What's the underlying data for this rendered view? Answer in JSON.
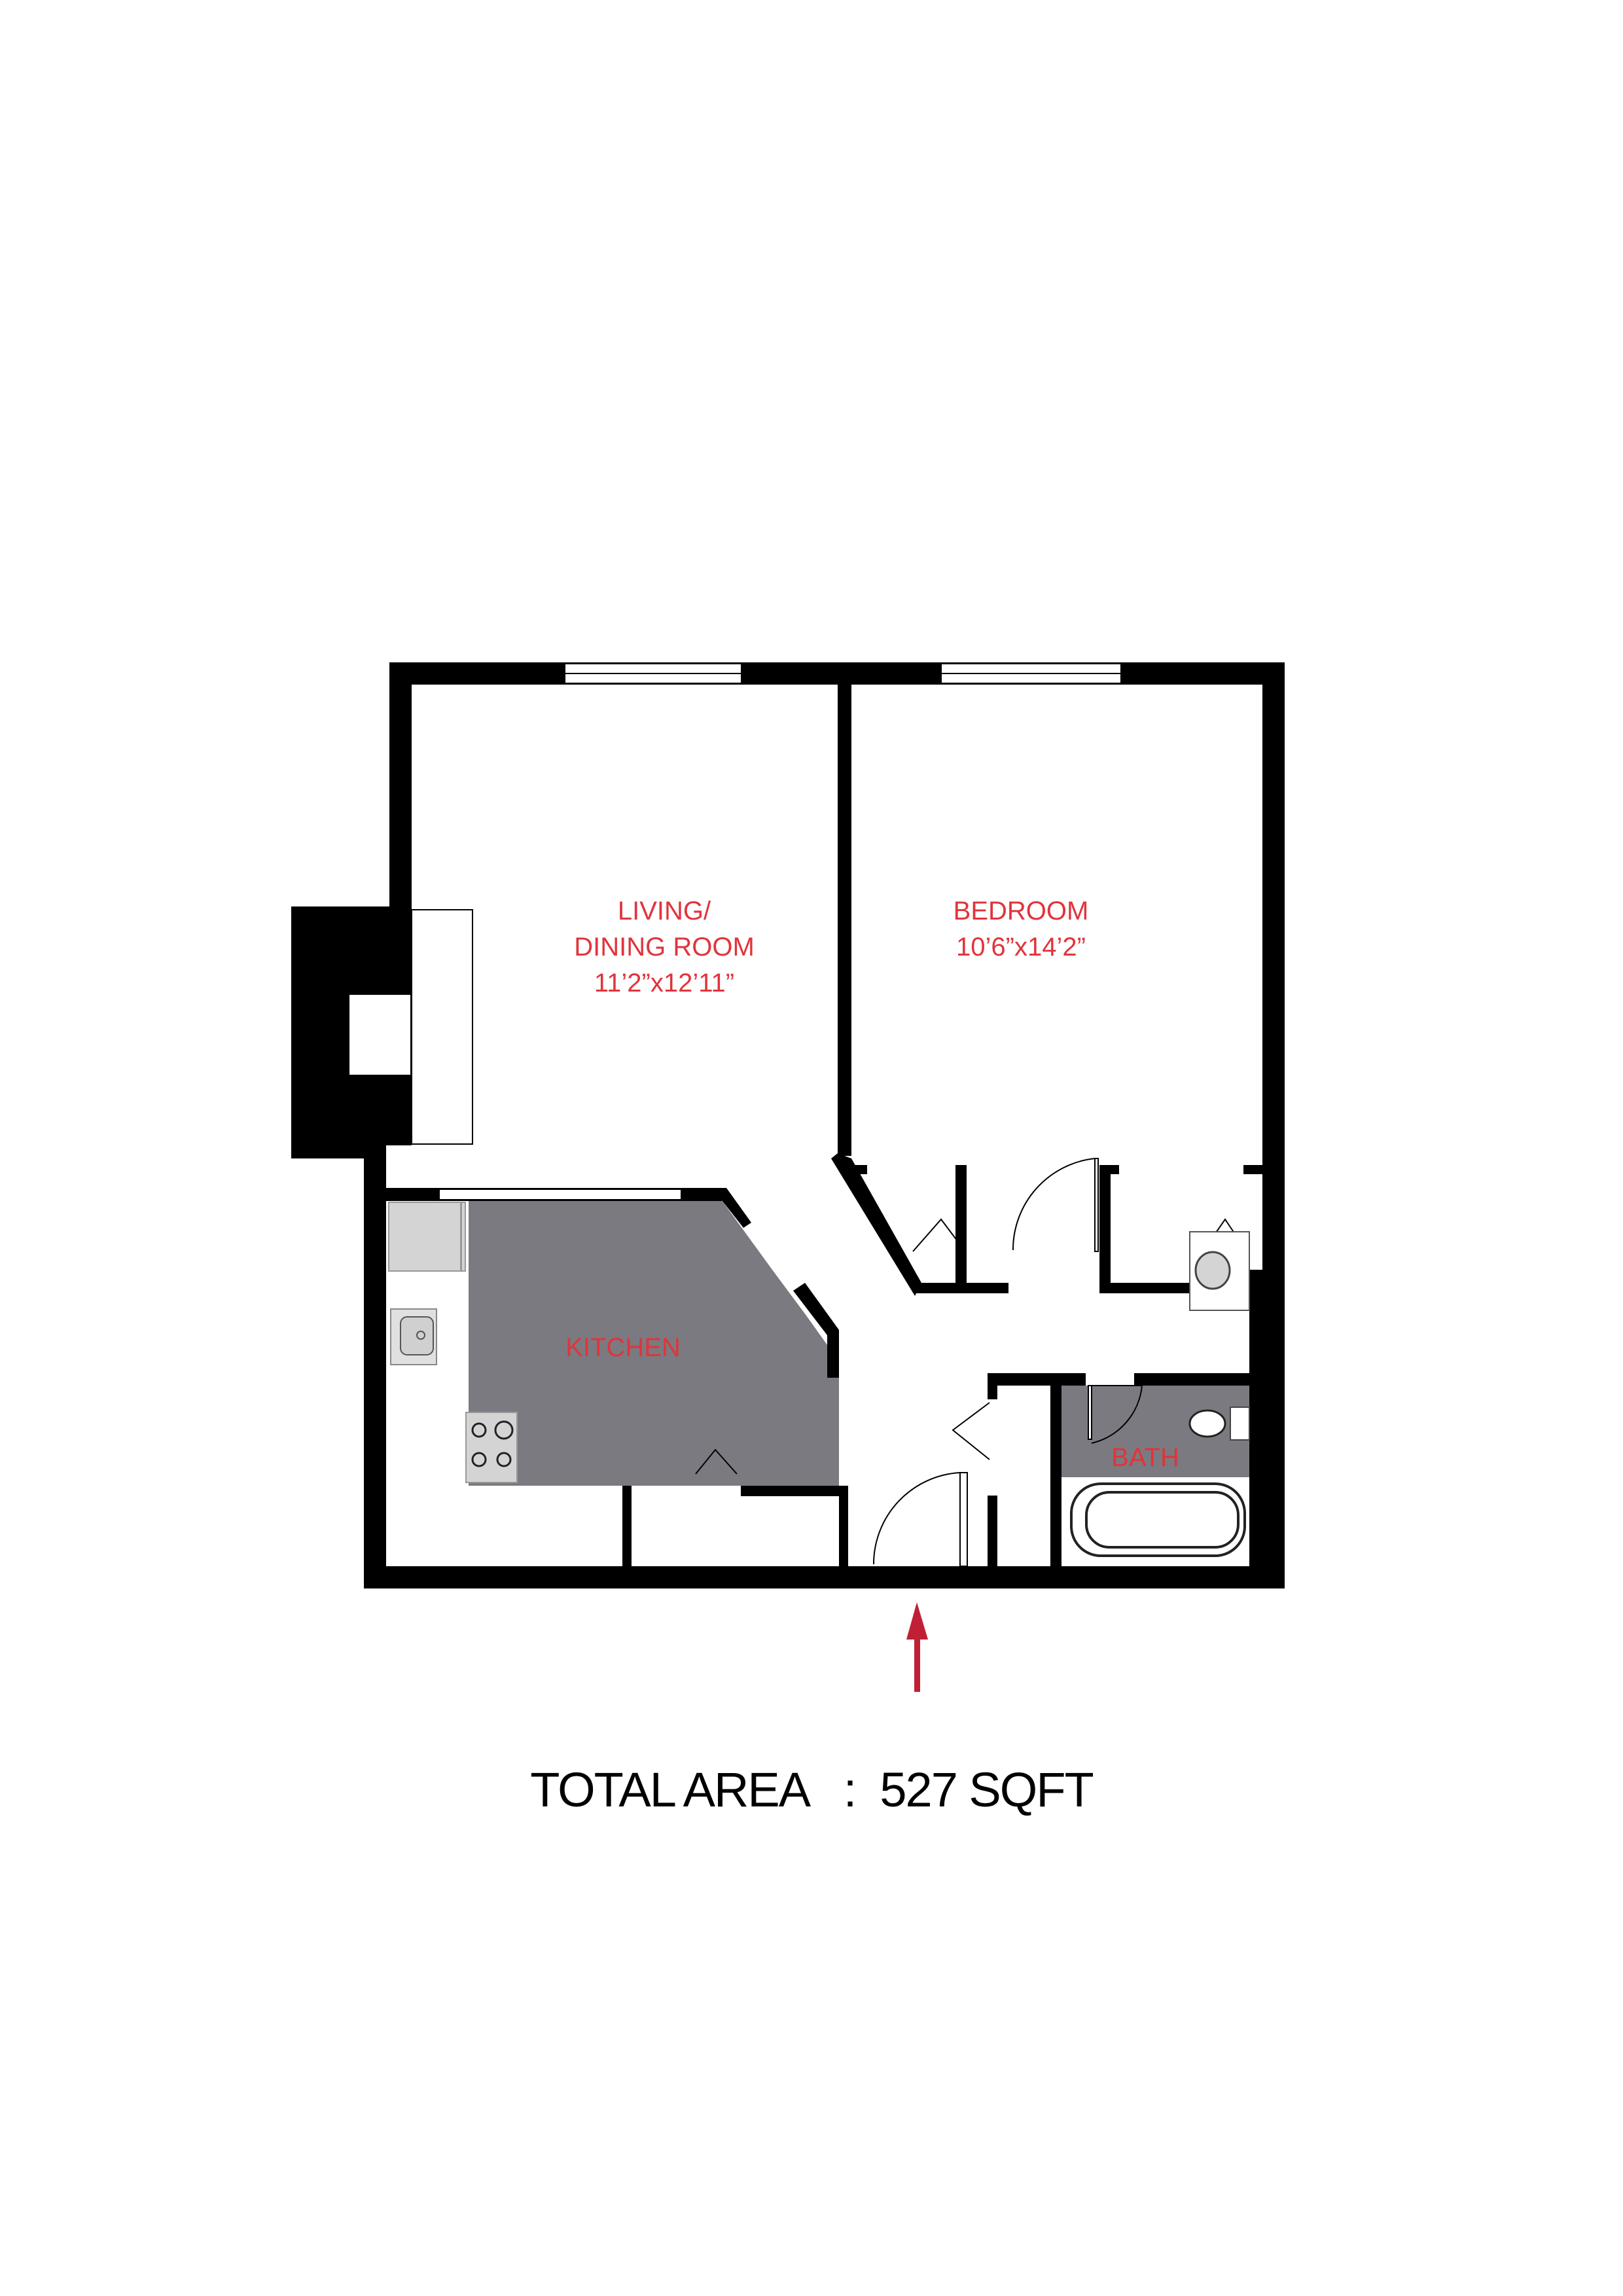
{
  "floorplan": {
    "rooms": [
      {
        "id": "living",
        "name_line1": "LIVING/",
        "name_line2": "DINING ROOM",
        "dimensions": "11’2”x12’11”"
      },
      {
        "id": "bedroom",
        "name_line1": "BEDROOM",
        "dimensions": "10’6”x14’2”"
      },
      {
        "id": "kitchen",
        "name_line1": "KITCHEN"
      },
      {
        "id": "bath",
        "name_line1": "BATH"
      }
    ],
    "fixtures": [
      "fireplace",
      "refrigerator",
      "kitchen-sink",
      "stove",
      "vanity-sink",
      "toilet",
      "bathtub"
    ],
    "entry_marker": "entry-arrow",
    "colors": {
      "wall": "#000000",
      "label": "#e0343c",
      "floor_tile": "#7b7a80",
      "entry_arrow": "#c02035",
      "appliance": "#d4d4d4"
    }
  },
  "summary": {
    "total_area_label": "TOTAL AREA",
    "separator": ":",
    "total_area_value": "527 SQFT"
  }
}
